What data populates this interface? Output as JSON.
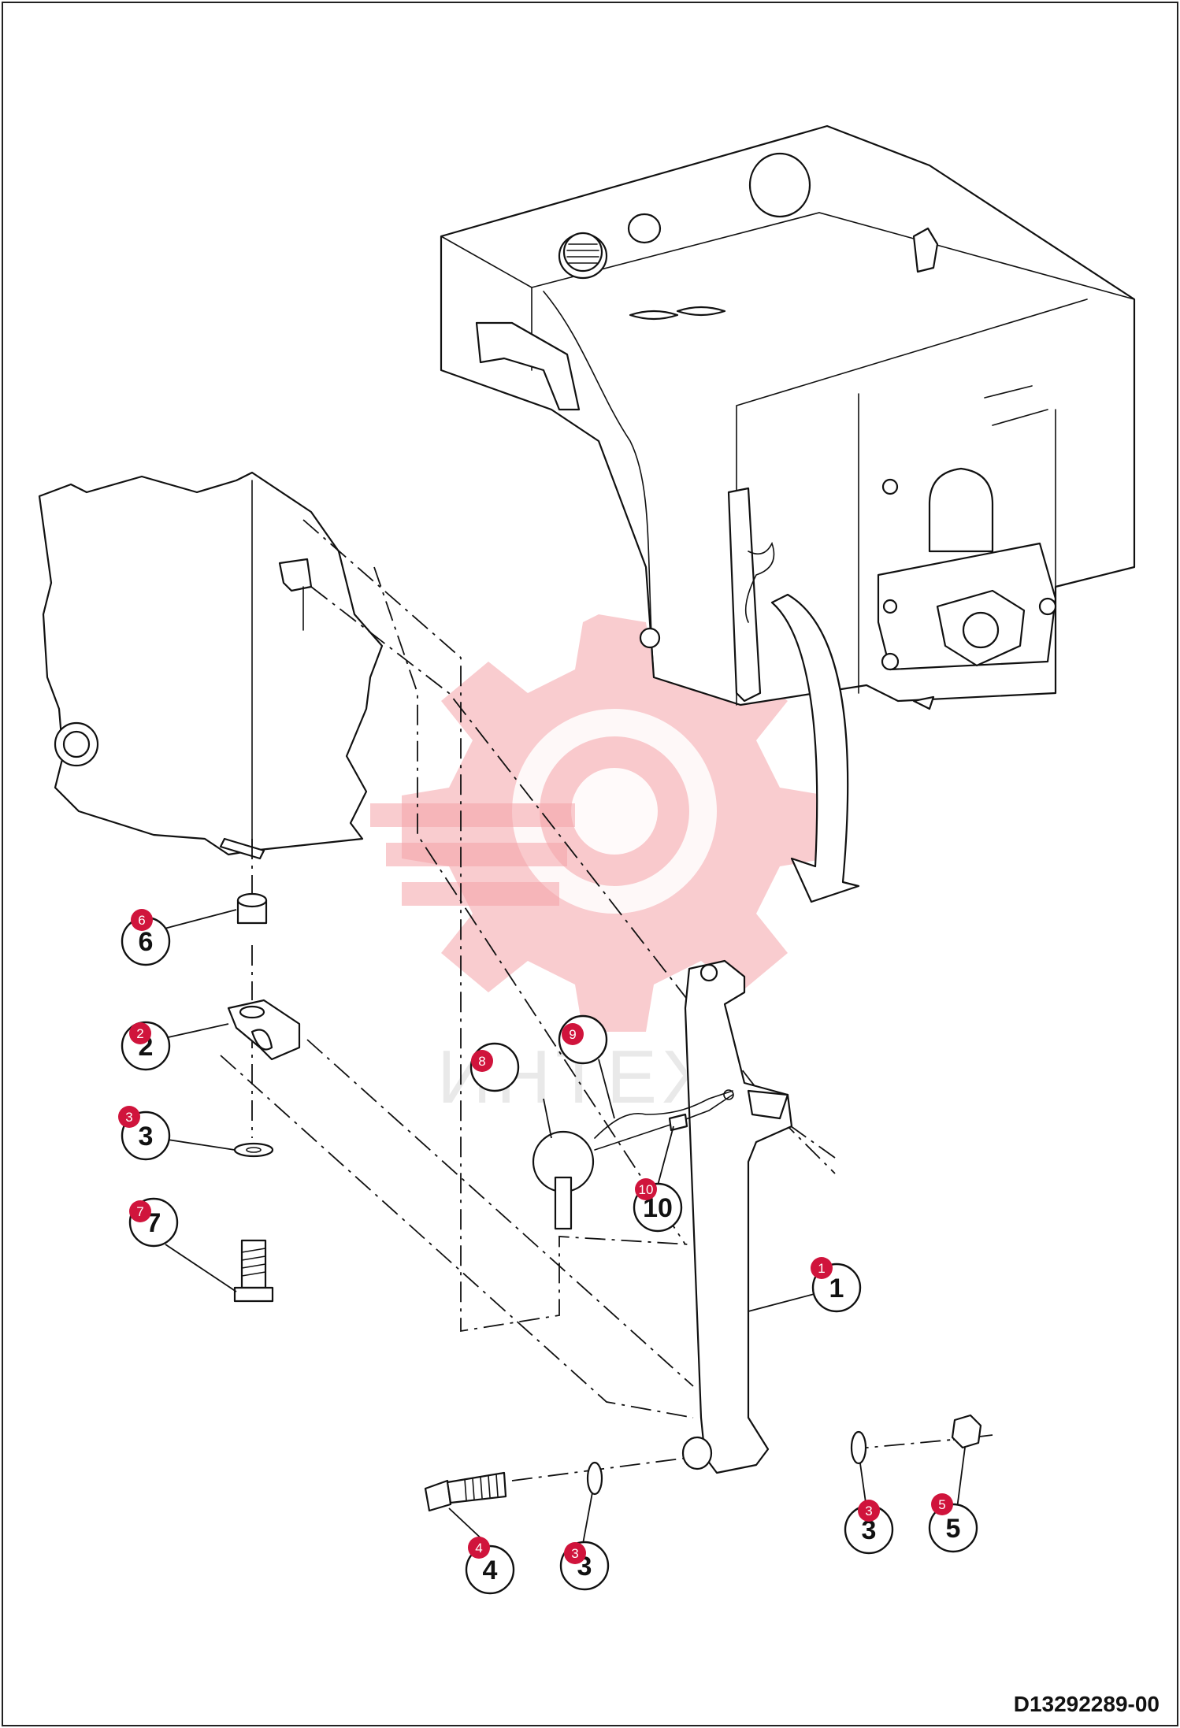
{
  "drawing_code": "D13292289-00",
  "watermark_text": "ИНТЕХ",
  "colors": {
    "badge": "#d0143c",
    "watermark": "#f4a3a8",
    "ink": "#111111"
  },
  "callouts": [
    {
      "part": "6",
      "badge": "6"
    },
    {
      "part": "2",
      "badge": "2"
    },
    {
      "part": "3",
      "badge": "3"
    },
    {
      "part": "7",
      "badge": "7"
    },
    {
      "part": "1",
      "badge": "1"
    },
    {
      "part": "10",
      "badge": "10"
    },
    {
      "part": "4",
      "badge": "4"
    },
    {
      "part": "3",
      "badge": "3"
    },
    {
      "part": "3",
      "badge": "3"
    },
    {
      "part": "5",
      "badge": "5"
    }
  ],
  "extra_badges": [
    "8",
    "9"
  ]
}
